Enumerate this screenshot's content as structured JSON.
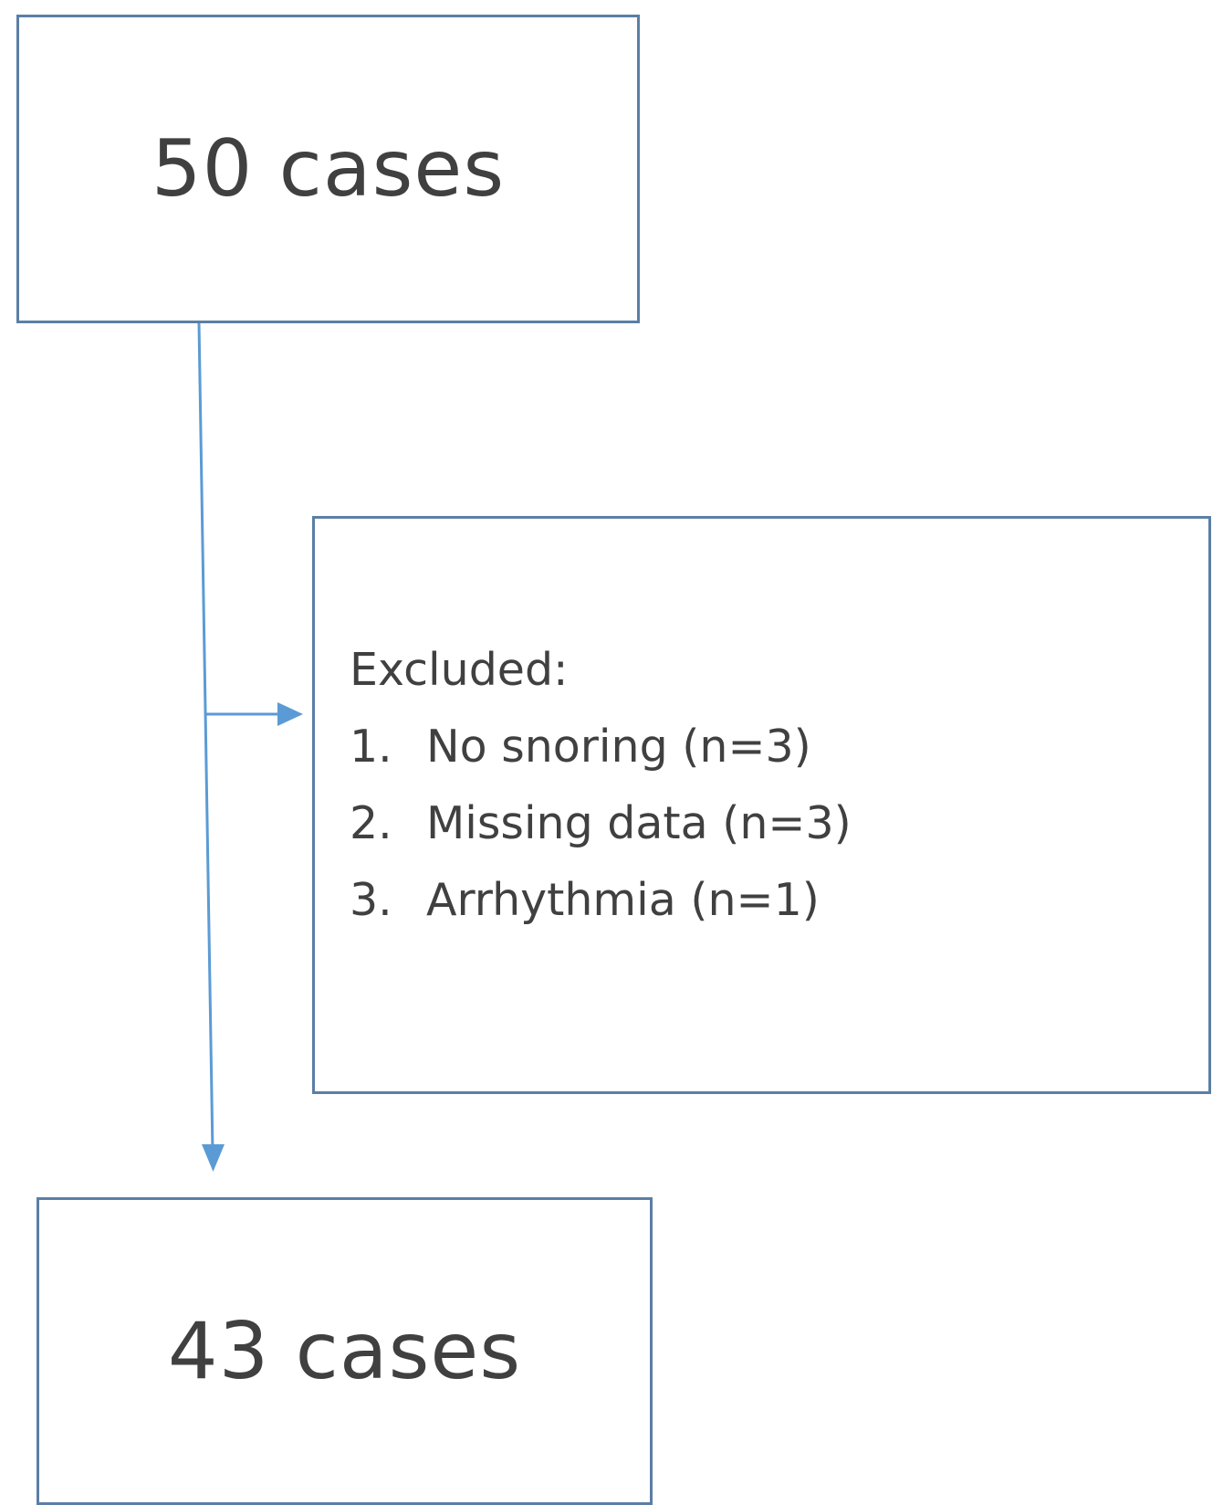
{
  "flowchart": {
    "start_box": {
      "label": "50 cases"
    },
    "excluded_box": {
      "heading": "Excluded:",
      "items": [
        {
          "number": "1.",
          "text": "No snoring (n=3)"
        },
        {
          "number": "2.",
          "text": "Missing data (n=3)"
        },
        {
          "number": "3.",
          "text": "Arrhythmia (n=1)"
        }
      ]
    },
    "end_box": {
      "label": "43 cases"
    }
  },
  "colors": {
    "border": "#5b7fa6",
    "arrow": "#5b9bd5",
    "text": "#404040"
  }
}
